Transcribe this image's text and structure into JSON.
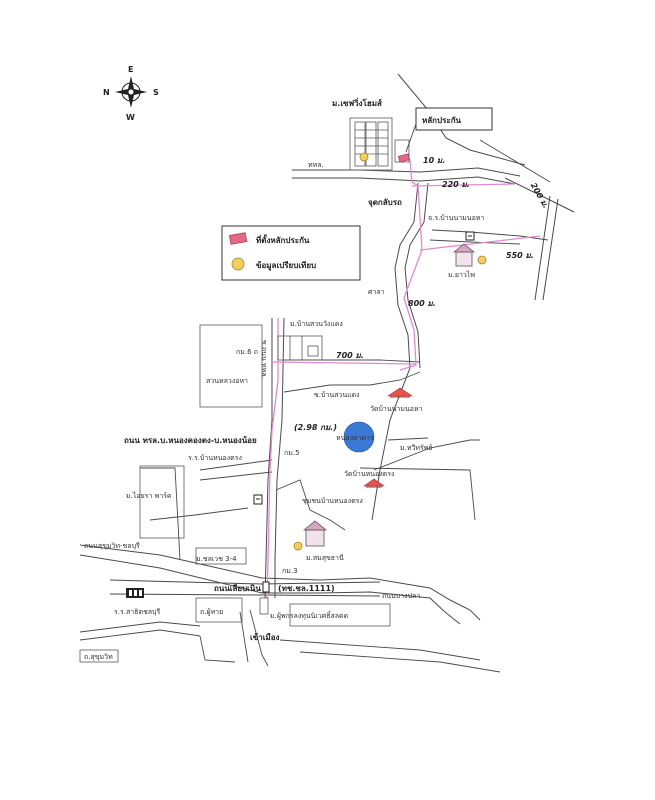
{
  "compass": {
    "north": "N",
    "east": "E",
    "south": "S",
    "west": "W"
  },
  "legend": {
    "collateral_site": "ที่ตั้งหลักประกัน",
    "comparison_data": "ข้อมูลเปรียบเทียบ",
    "collateral_color": "#e26a86",
    "comparison_color": "#f2cf5b"
  },
  "callout": {
    "label": "หลักประกัน"
  },
  "places": {
    "village_top": "ม.เซฟวิ่งโฮมส์",
    "road_top_left": "ทหล.",
    "u_turn": "จุดกลับรถ",
    "school_top": "จ.ร.บ้านนามนอหา",
    "village_right": "ม.ยาวไพ",
    "sala": "ศาลา",
    "village_center": "ม.บ้านสวนวังแดง",
    "road_vertical": "ซ.ถนน ทหล.",
    "rd_block": "กม.6 ถ",
    "office": "สวนหลวงอหา",
    "road_mid": "ซ.บ้านสวนแดง",
    "temple": "วัดบ้านนามนอหา",
    "road_sign": "ถนน ทรล.บ.หนองคองตง-บ.หนองน้อย",
    "school_mid": "ร.ร.บ้านหนองตรง",
    "km5": "กม.5",
    "pond": "หนองตาคาร",
    "village_pond_right": "ม.ทวีทรัพย์",
    "temple_mid": "วัดบ้านหนองตรง",
    "village_left": "ม.ไอยรา พาร์ค",
    "community": "ชุมชนบ้านหนองตรง",
    "village_bottom_left": "ม.ชลเวช 3-4",
    "village_bottom": "ม.สมสุขธานี",
    "km3": "กม.3",
    "main_road": "ถนนเลียบเนิน",
    "main_road_code": "(ทช.ชล.1111)",
    "road_right_end": "ถนนบางปลา",
    "road_left": "ถนนสุขุมวิท-ชลบุรี",
    "school_bottom": "ร.ร.สาธิตชลบุรี",
    "cluster_bottom": "ถ.ผู้ทาย",
    "village_bottom_right": "ม.ผู้พกรลงทุนนิเวศธิ์สลดด",
    "bottom_road": "เข้าเมือง",
    "bottom_left_sign": "ถ.สุขุมวิท"
  },
  "distances": {
    "d10": "10 ม.",
    "d220": "220 ม.",
    "d200": "200 ม.",
    "d550": "550 ม.",
    "d800": "800 ม.",
    "d700": "700 ม.",
    "d298": "(2.98 กม.)"
  }
}
